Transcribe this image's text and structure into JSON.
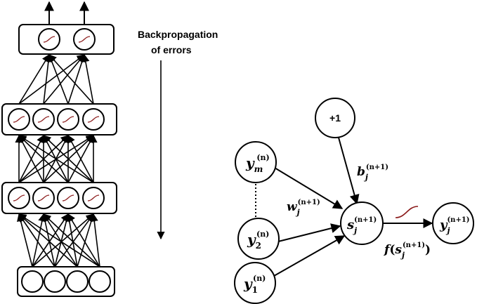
{
  "caption": {
    "line1": "Backpropagation",
    "line2": "of errors"
  },
  "neuron": {
    "bias_node": "+1",
    "input_top": {
      "base": "y",
      "sub": "m",
      "sup": "(n)"
    },
    "input_mid": {
      "base": "y",
      "sub": "2",
      "sup": "(n)"
    },
    "input_bottom": {
      "base": "y",
      "sub": "1",
      "sup": "(n)"
    },
    "sum_node": {
      "base": "s",
      "sub": "j",
      "sup": "(n+1)"
    },
    "output_node": {
      "base": "y",
      "sub": "j",
      "sup": "(n+1)"
    },
    "weight_label": {
      "base": "w",
      "sub": "j",
      "sup": "(n+1)"
    },
    "bias_label": {
      "base": "b",
      "sub": "j",
      "sup": "(n+1)"
    },
    "activation_label": {
      "fn": "f",
      "open": "(",
      "base": "s",
      "sub": "j",
      "sup": "(n+1)",
      "close": ")"
    }
  },
  "colors": {
    "stroke": "#000000",
    "activation_curve": "#8b1a1a",
    "background": "#ffffff"
  }
}
